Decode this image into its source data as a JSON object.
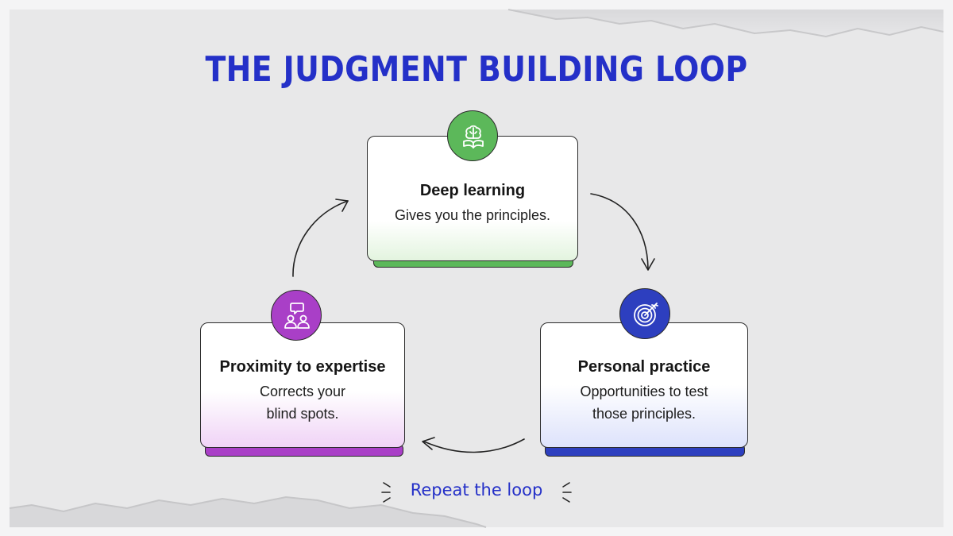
{
  "title": "THE JUDGMENT BUILDING LOOP",
  "steps": [
    {
      "title": "Deep learning",
      "lines": [
        "Gives you the principles."
      ],
      "accent": "#5cb85a",
      "icon": "brain-book-icon"
    },
    {
      "title": "Personal practice",
      "lines": [
        "Opportunities to test",
        "those principles."
      ],
      "accent": "#2d3fbf",
      "icon": "target-icon"
    },
    {
      "title": "Proximity to expertise",
      "lines": [
        "Corrects your",
        "blind spots."
      ],
      "accent": "#a93fc7",
      "icon": "mentor-chat-icon"
    }
  ],
  "footer": "Repeat the loop",
  "colors": {
    "title": "#2430c8",
    "text": "#161616",
    "background": "#f4f4f5"
  }
}
